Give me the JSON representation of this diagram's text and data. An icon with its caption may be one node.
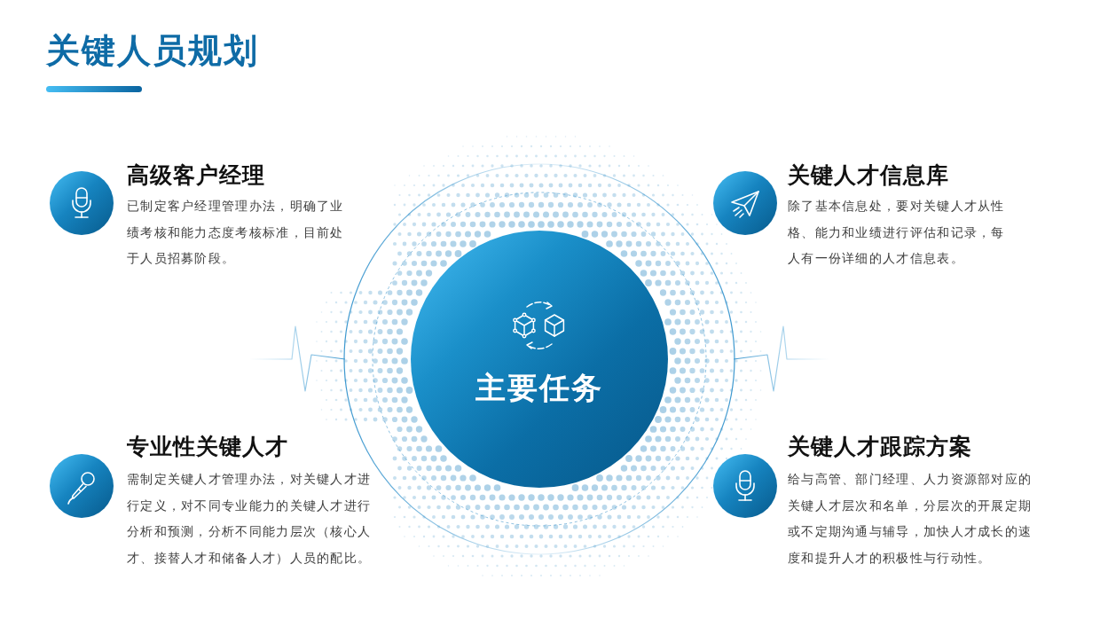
{
  "diagram": {
    "title": "关键人员规划",
    "nodes": [
      {
        "text": [
          "高级客户经理",
          "已制定客户经理管理办法，明确了业绩考核和能力态度考核标准，目前处于人员招募阶段。"
        ]
      },
      {
        "text": [
          "关键人才信息库",
          "除了基本信息处，要对关键人才从性格、能力和业绩进行评估和记录，每人有一份详细的人才信息表。"
        ]
      },
      {
        "text": [
          "主要任务"
        ]
      },
      {
        "text": [
          "专业性关键人才",
          "需制定关键人才管理办法，对关键人才进行定义，对不同专业能力的关键人才进行分析和预测，分析不同能力层次（核心人才、接替人才和储备人才）人员的配比。"
        ]
      },
      {
        "text": [
          "关键人才跟踪方案",
          "给与高管、部门经理、人力资源部对应的关键人才层次和名单，分层次的开展定期或不定期沟通与辅导，加快人才成长的速度和提升人才的积极性与行动性。"
        ]
      }
    ]
  }
}
